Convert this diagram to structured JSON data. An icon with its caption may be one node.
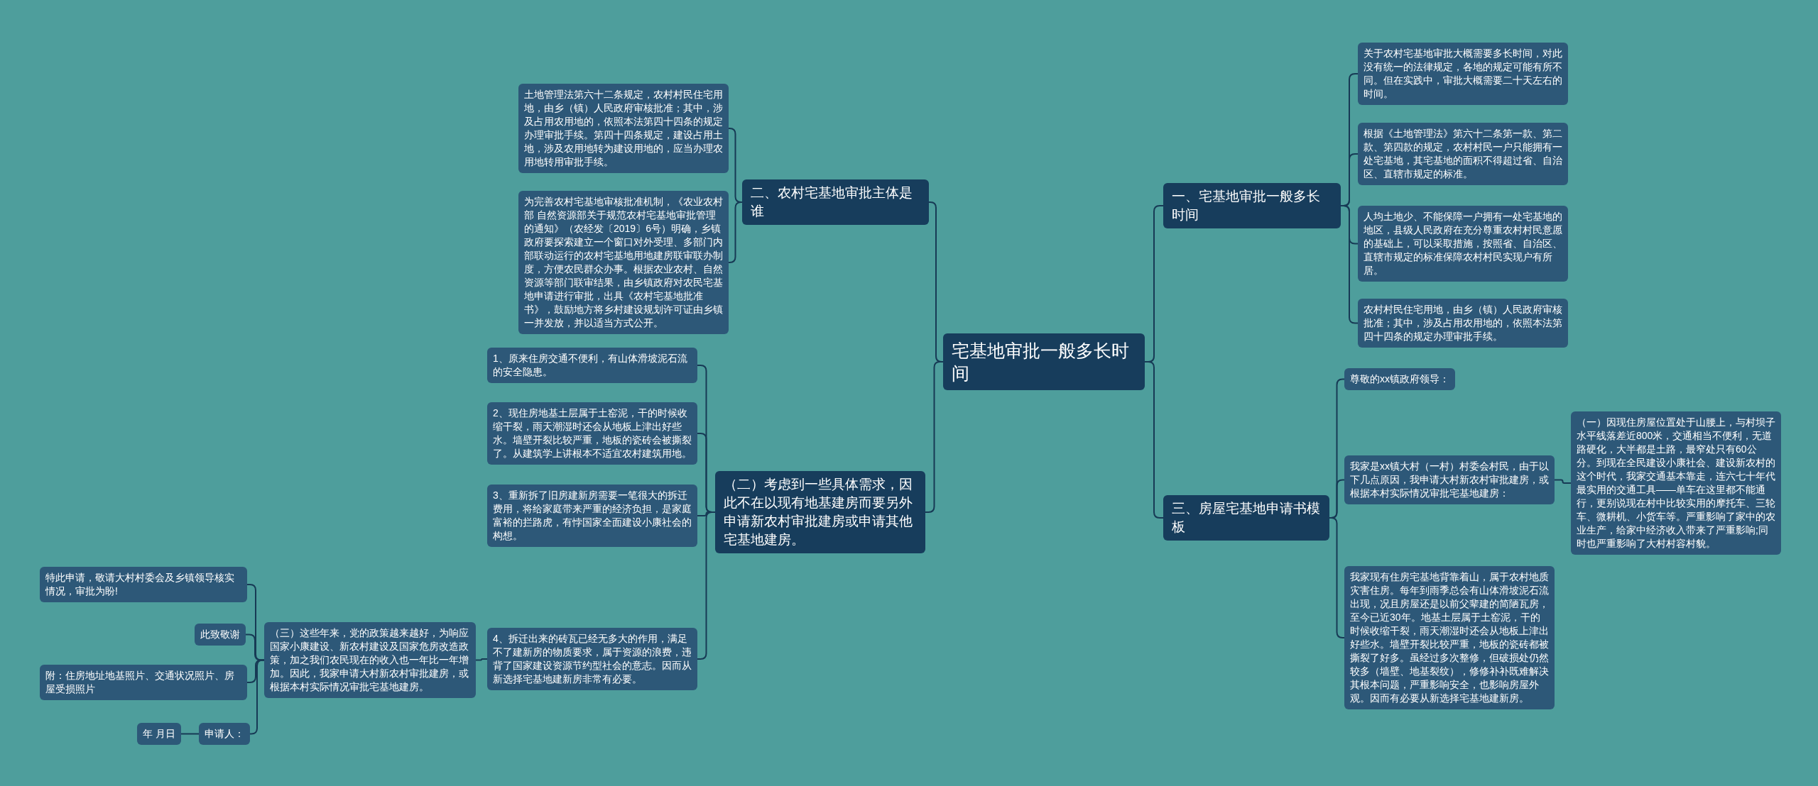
{
  "diagram": {
    "nodes": [
      {
        "text": [
          "宅基地审批一般多长时间"
        ]
      },
      {
        "text": [
          "一、宅基地审批一般多长时间"
        ]
      },
      {
        "text": [
          "关于农村宅基地审批大概需要多长时间，对此没有统一的法律规定，各地的规定可能有所不同。但在实践中，审批大概需要二十天左右的时间。"
        ]
      },
      {
        "text": [
          "根据《土地管理法》第六十二条第一款、第二款、第四款的规定，农村村民一户只能拥有一处宅基地，其宅基地的面积不得超过省、自治区、直辖市规定的标准。"
        ]
      },
      {
        "text": [
          "人均土地少、不能保障一户拥有一处宅基地的地区，县级人民政府在充分尊重农村村民意愿的基础上，可以采取措施，按照省、自治区、直辖市规定的标准保障农村村民实现户有所居。"
        ]
      },
      {
        "text": [
          "农村村民住宅用地，由乡（镇）人民政府审核批准；其中，涉及占用农用地的，依照本法第四十四条的规定办理审批手续。"
        ]
      },
      {
        "text": [
          "三、房屋宅基地申请书模板"
        ]
      },
      {
        "text": [
          "尊敬的xx镇政府领导："
        ]
      },
      {
        "text": [
          "我家是xx镇大村（一村）村委会村民，由于以下几点原因，我申请大村新农村审批建房，或根据本村实际情况审批宅基地建房："
        ]
      },
      {
        "text": [
          "（一）因现住房屋位置处于山腰上，与村坝子水平线落差近800米，交通相当不便利，无道路硬化，大半都是土路，最窄处只有60公分。到现在全民建设小康社会、建设新农村的这个时代，我家交通基本靠走，连六七十年代最实用的交通工具——单车在这里都不能通行，更别说现在村中比较实用的摩托车、三轮车、微耕机、小货车等。严重影响了家中的农业生产，给家中经济收入带来了严重影响;同时也严重影响了大村村容村貌。"
        ]
      },
      {
        "text": [
          "我家现有住房宅基地背靠着山，属于农村地质灾害住房。每年到雨季总会有山体滑坡泥石流出现，况且房屋还是以前父辈建的简陋瓦房，至今已近30年。地基土层属于土窑泥，干的时候收缩干裂，雨天潮湿时还会从地板上津出好些水。墙壁开裂比较严重，地板的瓷砖都被撕裂了好多。虽经过多次整修，但破损处仍然较多（墙壁、地基裂纹），修修补补既难解决其根本问题，严重影响安全，也影响房屋外观。因而有必要从新选择宅基地建新房。"
        ]
      },
      {
        "text": [
          "二、农村宅基地审批主体是谁"
        ]
      },
      {
        "text": [
          "土地管理法第六十二条规定，农村村民住宅用地，由乡（镇）人民政府审核批准；其中，涉及占用农用地的，依照本法第四十四条的规定办理审批手续。第四十四条规定，建设占用土地，涉及农用地转为建设用地的，应当办理农用地转用审批手续。"
        ]
      },
      {
        "text": [
          "为完善农村宅基地审核批准机制，《农业农村部 自然资源部关于规范农村宅基地审批管理的通知》（农经发〔2019〕6号）明确，乡镇政府要探索建立一个窗口对外受理、多部门内部联动运行的农村宅基地用地建房联审联办制度，方便农民群众办事。根据农业农村、自然资源等部门联审结果，由乡镇政府对农民宅基地申请进行审批，出具《农村宅基地批准书》，鼓励地方将乡村建设规划许可证由乡镇一并发放，并以适当方式公开。"
        ]
      },
      {
        "text": [
          "（二）考虑到一些具体需求，因此不在以现有地基建房而要另外申请新农村审批建房或申请其他宅基地建房。"
        ]
      },
      {
        "text": [
          "1、原来住房交通不便利，有山体滑坡泥石流的安全隐患。"
        ]
      },
      {
        "text": [
          "2、现住房地基土层属于土窑泥，干的时候收缩干裂，雨天潮湿时还会从地板上津出好些水。墙壁开裂比较严重，地板的瓷砖会被撕裂了。从建筑学上讲根本不适宜农村建筑用地。"
        ]
      },
      {
        "text": [
          "3、重新拆了旧房建新房需要一笔很大的拆迁费用，将给家庭带来严重的经济负担，是家庭富裕的拦路虎，有悖国家全面建设小康社会的构想。"
        ]
      },
      {
        "text": [
          "4、拆迁出来的砖瓦已经无多大的作用，满足不了建新房的物质要求，属于资源的浪费，违背了国家建设资源节约型社会的意志。因而从新选择宅基地建新房非常有必要。"
        ]
      },
      {
        "text": [
          "（三）这些年来，党的政策越来越好，为响应国家小康建设、新农村建设及国家危房改造政策，加之我们农民现在的收入也一年比一年增加。因此，我家申请大村新农村审批建房，或根据本村实际情况审批宅基地建房。"
        ]
      },
      {
        "text": [
          "特此申请，敬请大村村委会及乡镇领导核实情况，审批为盼!"
        ]
      },
      {
        "text": [
          "此致敬谢"
        ]
      },
      {
        "text": [
          "附：住房地址地基照片、交通状况照片、房屋受损照片"
        ]
      },
      {
        "text": [
          "申请人："
        ]
      },
      {
        "text": [
          "年 月日"
        ]
      }
    ],
    "edges": [
      {
        "from": 0,
        "to": 1,
        "arrow": "none"
      },
      {
        "from": 1,
        "to": 2,
        "arrow": "none"
      },
      {
        "from": 1,
        "to": 3,
        "arrow": "none"
      },
      {
        "from": 1,
        "to": 4,
        "arrow": "none"
      },
      {
        "from": 1,
        "to": 5,
        "arrow": "none"
      },
      {
        "from": 0,
        "to": 6,
        "arrow": "none"
      },
      {
        "from": 6,
        "to": 7,
        "arrow": "none"
      },
      {
        "from": 6,
        "to": 8,
        "arrow": "none"
      },
      {
        "from": 8,
        "to": 9,
        "arrow": "none"
      },
      {
        "from": 6,
        "to": 10,
        "arrow": "none"
      },
      {
        "from": 0,
        "to": 11,
        "arrow": "none"
      },
      {
        "from": 11,
        "to": 12,
        "arrow": "none"
      },
      {
        "from": 11,
        "to": 13,
        "arrow": "none"
      },
      {
        "from": 0,
        "to": 14,
        "arrow": "none"
      },
      {
        "from": 14,
        "to": 15,
        "arrow": "none"
      },
      {
        "from": 14,
        "to": 16,
        "arrow": "none"
      },
      {
        "from": 14,
        "to": 17,
        "arrow": "none"
      },
      {
        "from": 14,
        "to": 18,
        "arrow": "none"
      },
      {
        "from": 18,
        "to": 19,
        "arrow": "none"
      },
      {
        "from": 19,
        "to": 20,
        "arrow": "none"
      },
      {
        "from": 19,
        "to": 21,
        "arrow": "none"
      },
      {
        "from": 19,
        "to": 22,
        "arrow": "none"
      },
      {
        "from": 19,
        "to": 23,
        "arrow": "none"
      },
      {
        "from": 23,
        "to": 24,
        "arrow": "none"
      }
    ]
  }
}
